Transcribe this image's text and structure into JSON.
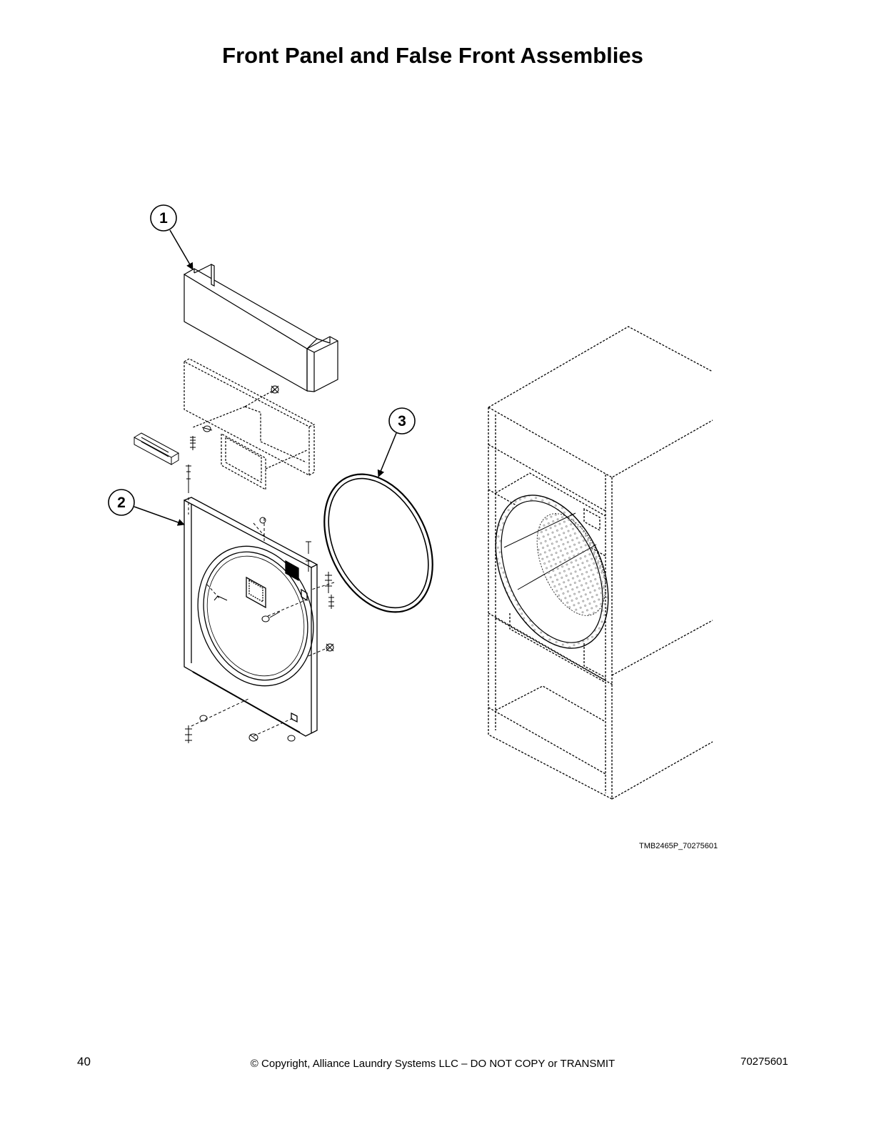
{
  "title": "Front Panel and False Front Assemblies",
  "callouts": [
    {
      "label": "1"
    },
    {
      "label": "2"
    },
    {
      "label": "3"
    }
  ],
  "drawing_code": "TMB2465P_70275601",
  "footer": {
    "page_number": "40",
    "copyright": "© Copyright, Alliance Laundry Systems LLC – DO NOT COPY or TRANSMIT",
    "document_number": "70275601"
  }
}
